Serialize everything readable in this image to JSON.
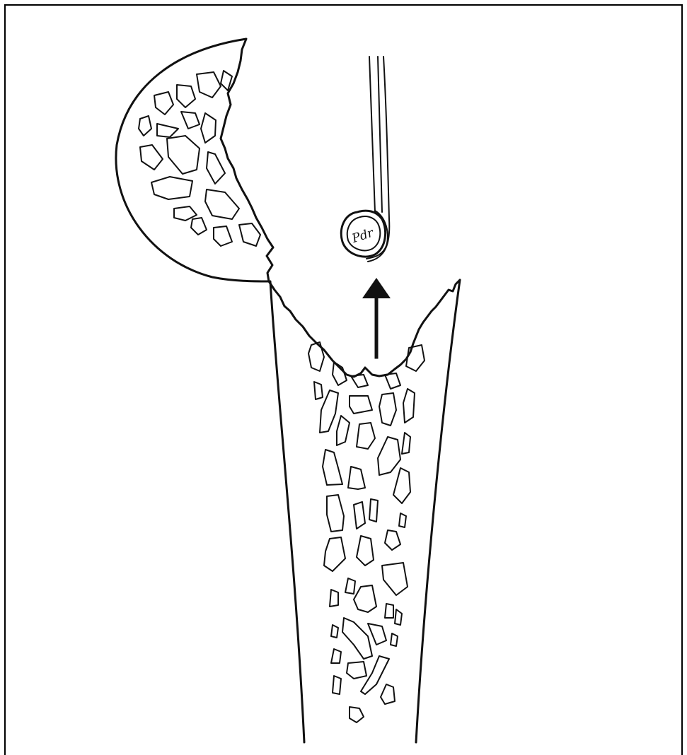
{
  "figure": {
    "background": "#ffffff",
    "ink_color": "#111111",
    "implant_marking": "Pdr",
    "parts": [
      "femoral-head-fragment",
      "femoral-shaft",
      "removal-arrow",
      "extraction-instrument"
    ]
  }
}
